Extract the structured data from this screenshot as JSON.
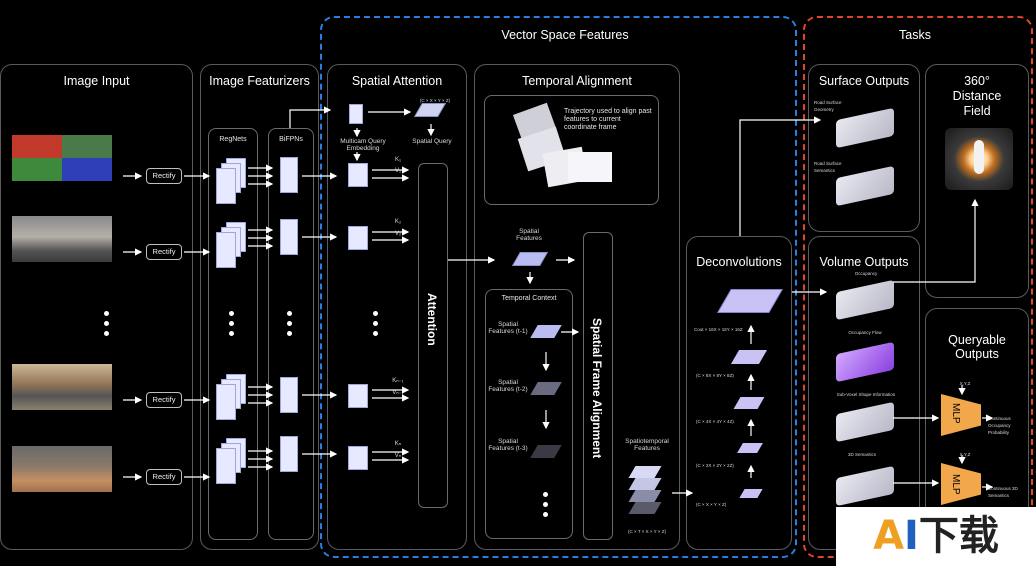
{
  "sections": {
    "vector_space": "Vector Space Features",
    "tasks": "Tasks"
  },
  "panels": {
    "image_input": "Image Input",
    "image_featurizers": "Image Featurizers",
    "spatial_attention": "Spatial Attention",
    "temporal_alignment": "Temporal Alignment",
    "deconvolutions": "Deconvolutions",
    "surface_outputs": "Surface Outputs",
    "distance_field": "360° Distance Field",
    "volume_outputs": "Volume Outputs",
    "queryable_outputs": "Queryable Outputs"
  },
  "image_input": {
    "rectify_label": "Rectify"
  },
  "featurizers": {
    "regnets": "RegNets",
    "bifpns": "BiFPNs"
  },
  "spatial_attention": {
    "query_dims": "(C × X × Y × Z)",
    "spatial_query": "Spatial Query",
    "multicam": "Multicam Query Embedding",
    "k1": "K₁",
    "v1": "V₁",
    "k2": "K₂",
    "v2": "V₂",
    "kn1": "Kₙ₋₁",
    "vn1": "Vₙ₋₁",
    "kn": "Kₙ",
    "vn": "Vₙ",
    "attention": "Attention"
  },
  "temporal": {
    "trajectory": "Trajectory used to align past features to current coordinate frame",
    "spatial_features": "Spatial Features",
    "temporal_context": "Temporal Context",
    "t1": "Spatial Features (t-1)",
    "t2": "Spatial Features (t-2)",
    "t3": "Spatial Features (t-3)",
    "sfa": "Spatial Frame Alignment",
    "spatiotemporal": "Spatiotemporal Features",
    "st_dims": "(C × T × X × Y × Z)"
  },
  "deconv": {
    "d1": "Cout × 16X × 16Y × 16Z",
    "d2": "(C × 8X × 8Y × 8Z)",
    "d3": "(C × 4X × 4Y × 4Z)",
    "d4": "(C × 2X × 2Y × 2Z)",
    "d5": "(C × X × Y × Z)"
  },
  "surface": {
    "road_geom": "Road Surface Geometry",
    "road_sem": "Road Surface Semantics"
  },
  "volume": {
    "occupancy": "Occupancy",
    "occ_flow": "Occupancy Flow",
    "subvoxel": "Sub-Voxel Shape Information",
    "semantics3d": "3D Semantics"
  },
  "queryable": {
    "xyz1": "X,Y,Z",
    "mlp1": "MLP",
    "out1": "Continuous Occupancy Probability",
    "xyz2": "X,Y,Z",
    "mlp2": "MLP",
    "out2": "Continuous 3D Semantics"
  },
  "watermark": {
    "a": "A",
    "i": "I",
    "rest": "下载"
  },
  "colors": {
    "blue_dash": "#2a7de1",
    "red_dash": "#e0452a",
    "panel_border": "#5a5a5a",
    "feature_fill": "#e6e9ff"
  }
}
